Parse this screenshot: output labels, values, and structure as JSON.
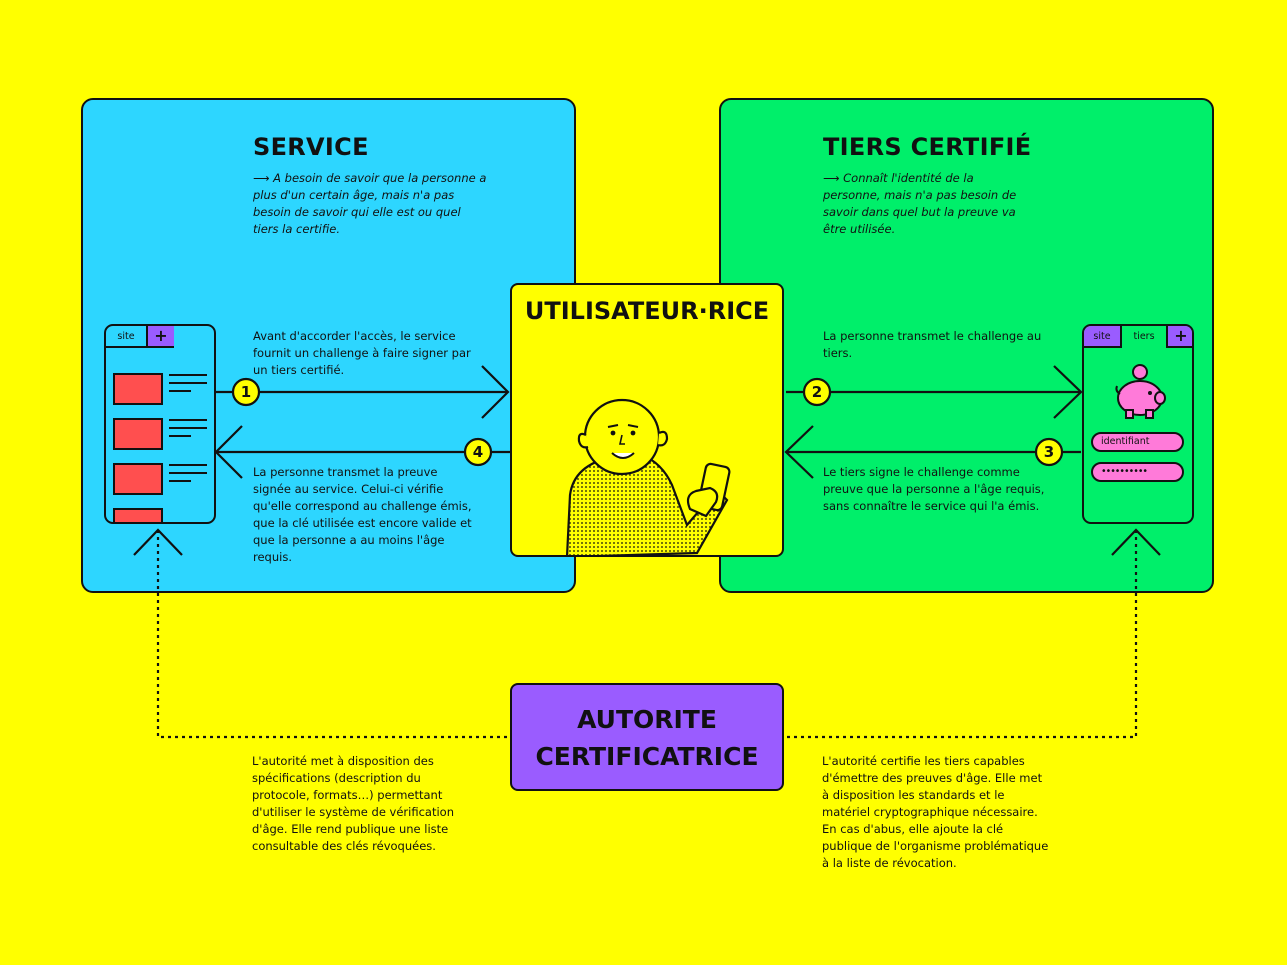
{
  "service": {
    "title": "SERVICE",
    "description": "⟶ A besoin de savoir que la personne a plus d'un certain âge, mais n'a pas besoin de savoir qui elle est ou quel tiers la certifie.",
    "step1_text": "Avant d'accorder l'accès, le service fournit un challenge à faire signer par un tiers certifié.",
    "step4_text": "La personne transmet la preuve signée au service. Celui-ci vérifie qu'elle correspond au challenge émis, que la clé utilisée est encore valide et que la personne a au moins l'âge requis.",
    "phone_tab": "site",
    "phone_plus": "+"
  },
  "tiers": {
    "title": "TIERS CERTIFIÉ",
    "description": "⟶ Connaît l'identité de la personne, mais n'a pas besoin de savoir dans quel but la preuve va être utilisée.",
    "step2_text": "La personne transmet le challenge au tiers.",
    "step3_text": "Le tiers signe le challenge comme preuve que la personne a l'âge requis, sans connaître le service qui l'a émis.",
    "phone_tab1": "site",
    "phone_tab2": "tiers",
    "phone_plus": "+",
    "identifier_field": "identifiant",
    "password_field": "••••••••••"
  },
  "user": {
    "title": "UTILISATEUR·RICE"
  },
  "authority": {
    "title_line1": "AUTORITE",
    "title_line2": "CERTIFICATRICE",
    "left_text": "L'autorité met à disposition des spécifications (description du protocole, formats…) permettant d'utiliser le système de vérification d'âge. Elle rend publique une liste consultable des clés révoquées.",
    "right_text": "L'autorité certifie les tiers capables d'émettre des preuves d'âge. Elle met à disposition les standards et le matériel cryptographique nécessaire. En cas d'abus, elle ajoute la clé publique de l'organisme problématique à la liste de révocation."
  },
  "steps": [
    "1",
    "2",
    "3",
    "4"
  ],
  "colors": {
    "background": "#ffff00",
    "service": "#2dd6ff",
    "tiers": "#00ef6a",
    "authority": "#9a5cff",
    "card_red": "#ff4f4f",
    "pink": "#ff7ad9"
  }
}
